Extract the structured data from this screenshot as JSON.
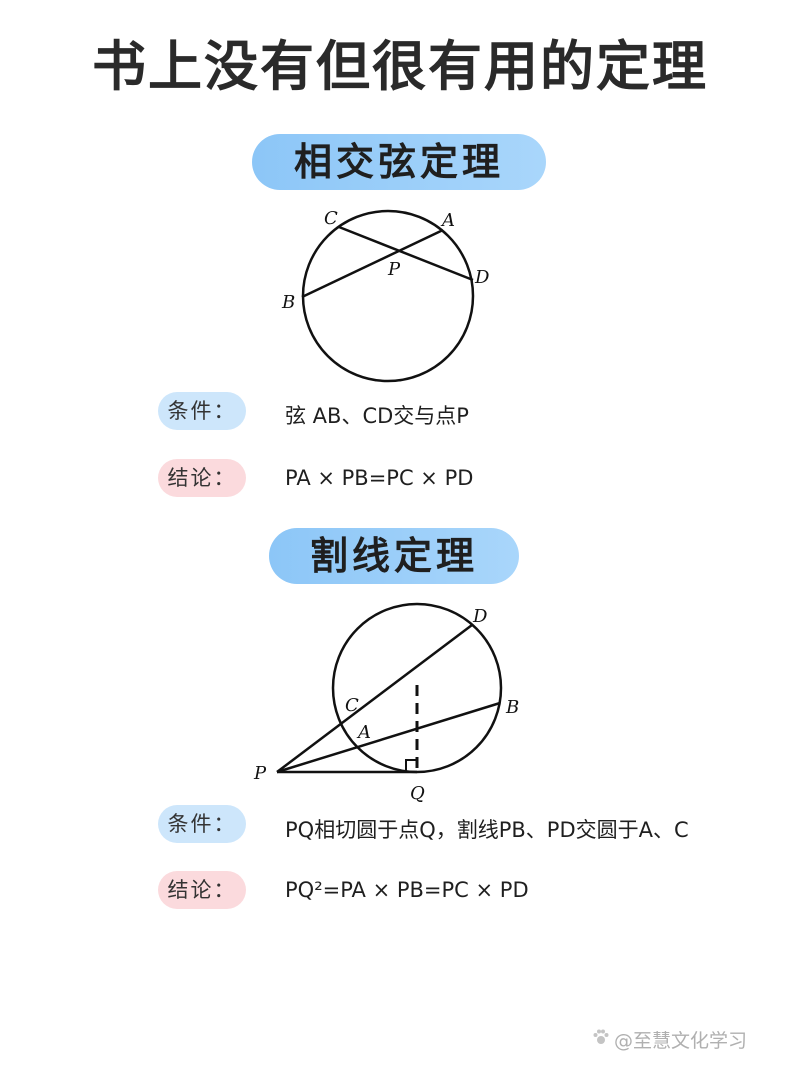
{
  "page": {
    "title": "书上没有但很有用的定理",
    "watermark": "@至慧文化学习"
  },
  "sections": [
    {
      "heading": "相交弦定理",
      "condition_tag": "条件：",
      "condition_text": "弦 AB、CD交与点P",
      "conclusion_tag": "结论：",
      "conclusion_text": "PA × PB=PC × PD",
      "diagram_labels": {
        "C": "C",
        "A": "A",
        "P": "P",
        "D": "D",
        "B": "B"
      }
    },
    {
      "heading": "割线定理",
      "condition_tag": "条件：",
      "condition_text": "PQ相切圆于点Q，割线PB、PD交圆于A、C",
      "conclusion_tag": "结论：",
      "conclusion_text": "PQ²=PA × PB=PC × PD",
      "diagram_labels": {
        "D": "D",
        "C": "C",
        "B": "B",
        "A": "A",
        "P": "P",
        "Q": "Q"
      }
    }
  ],
  "colors": {
    "pill_blue": "#8cc6f7",
    "tag_blue": "#cde6fb",
    "tag_pink": "#fbdadd",
    "line": "#111111"
  }
}
